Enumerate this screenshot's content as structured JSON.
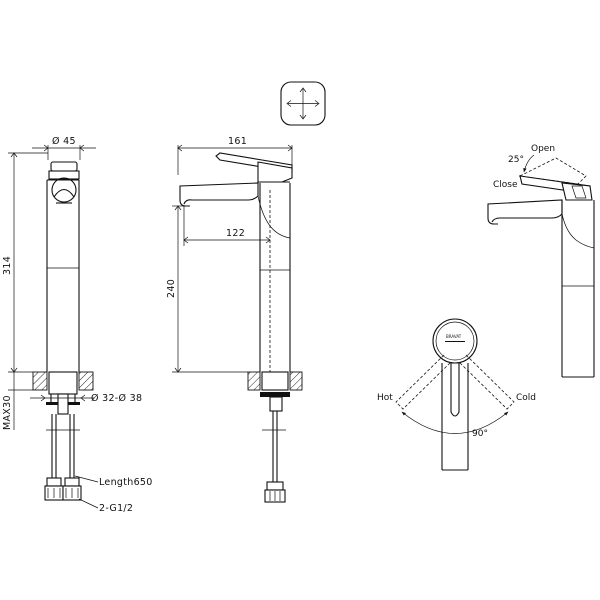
{
  "icon": "cross-handle-symbol-icon",
  "front_view": {
    "dim_width": "Ø 45",
    "dim_height": "314",
    "dim_max": "MAX30",
    "dim_hole": "Ø 32-Ø 38",
    "hose_length": "Length650",
    "connection": "2-G1/2"
  },
  "side_view": {
    "dim_total_length": "161",
    "dim_spout_reach": "122",
    "dim_spout_height": "240"
  },
  "operation_side": {
    "label_open": "Open",
    "label_close": "Close",
    "angle": "25°"
  },
  "operation_top": {
    "label_hot": "Hot",
    "label_cold": "Cold",
    "angle": "90°",
    "brand": "BRAVAT"
  }
}
